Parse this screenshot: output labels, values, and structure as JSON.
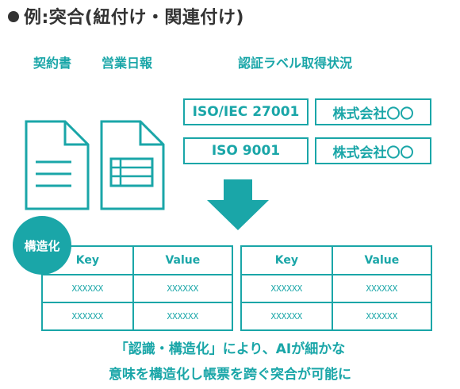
{
  "title": "例:突合(紐付け・関連付け)",
  "documents": [
    {
      "label": "契約書",
      "icon": "contract-document-icon"
    },
    {
      "label": "営業日報",
      "icon": "sales-report-document-icon"
    }
  ],
  "labels_heading": "認証ラベル取得状況",
  "label_boxes": [
    [
      "ISO/IEC 27001",
      "株式会社〇〇"
    ],
    [
      "ISO 9001",
      "株式会社〇〇"
    ]
  ],
  "badge": "構造化",
  "tables": [
    {
      "headers": [
        "Key",
        "Value"
      ],
      "rows": [
        [
          "XXXXXX",
          "XXXXXX"
        ],
        [
          "XXXXXX",
          "XXXXXX"
        ]
      ]
    },
    {
      "headers": [
        "Key",
        "Value"
      ],
      "rows": [
        [
          "XXXXXX",
          "XXXXXX"
        ],
        [
          "XXXXXX",
          "XXXXXX"
        ]
      ]
    }
  ],
  "caption": [
    "「認識・構造化」により、AIが細かな",
    "意味を構造化し帳票を跨ぐ突合が可能に"
  ],
  "colors": {
    "accent": "#1aa6a8",
    "text": "#333333"
  }
}
